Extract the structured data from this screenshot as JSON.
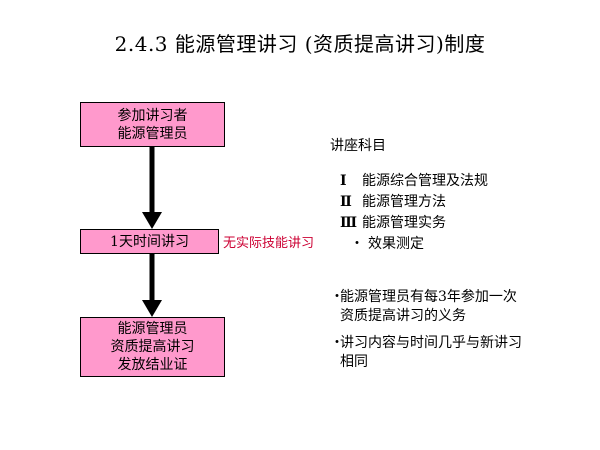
{
  "title": "2.4.3  能源管理讲习 (资质提高讲习)制度",
  "flow": {
    "box1": [
      "参加讲习者",
      "能源管理员"
    ],
    "box2": "1天时间讲习",
    "box3": [
      "能源管理员",
      "资质提高讲习",
      "发放结业证"
    ],
    "side_note": "无实际技能讲习"
  },
  "subjects": {
    "heading": "讲座科目",
    "items": [
      {
        "num": "Ⅰ",
        "label": "能源综合管理及法规"
      },
      {
        "num": "Ⅱ",
        "label": "能源管理方法"
      },
      {
        "num": "Ⅲ",
        "label": "能源管理实务"
      },
      {
        "num": "・",
        "label": "效果测定"
      }
    ]
  },
  "notes": [
    {
      "bullet": "・",
      "line1": "能源管理员有每3年参加一次",
      "line2": "资质提高讲习的义务"
    },
    {
      "bullet": "・",
      "line1": "讲习内容与时间几乎与新讲习",
      "line2": "相同"
    }
  ],
  "colors": {
    "box_fill": "#ff99cc",
    "side_note": "#cc0033"
  }
}
